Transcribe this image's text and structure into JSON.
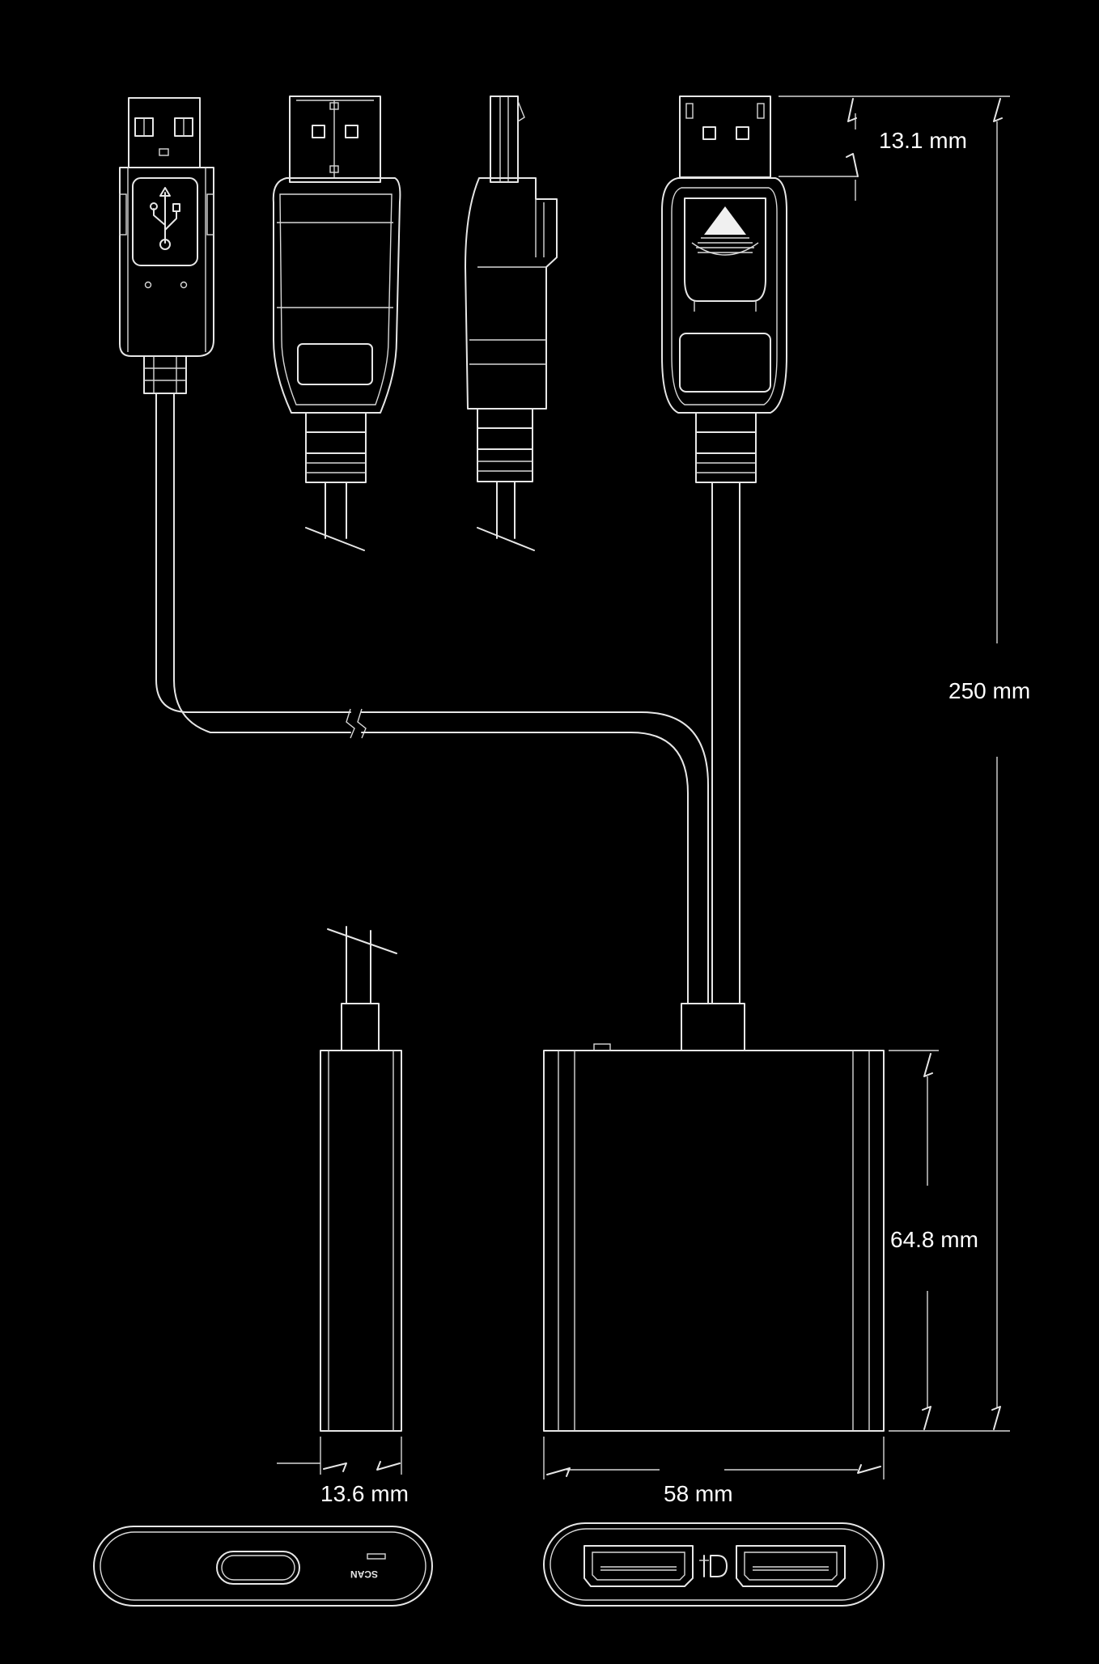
{
  "dimensions": {
    "plug_length": "13.1 mm",
    "total_length": "250 mm",
    "box_height": "64.8 mm",
    "box_depth": "13.6 mm",
    "box_width": "58 mm"
  },
  "labels": {
    "port_marking": "SCAN"
  },
  "colors": {
    "background": "#000000",
    "line": "#e6e6e6"
  },
  "icons": [
    "usb-icon",
    "displayport-icon",
    "triangle-marker-icon"
  ]
}
